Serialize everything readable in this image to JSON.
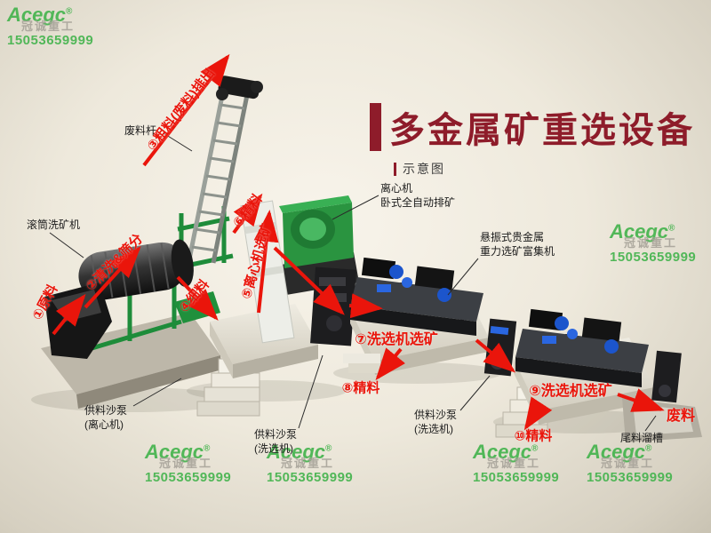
{
  "title": {
    "main": "多金属矿重选设备",
    "sub": "示意图"
  },
  "watermark": {
    "brand": "Acegc",
    "reg": "®",
    "company": "冠诚重工",
    "phone": "15053659999"
  },
  "flow": {
    "s1": "①原料",
    "s2": "②清洗&筛分",
    "s3": "③粗料(废料)排出",
    "s4": "④细料",
    "s5": "⑤离心机选矿",
    "s6": "⑥精料",
    "s7": "⑦洗选机选矿",
    "s8": "⑧精料",
    "s9": "⑨洗选机选矿",
    "s10": "⑩精料",
    "waste_out": "废料"
  },
  "equipment": {
    "waste_rod": "废料杆",
    "trommel": "滚筒洗矿机",
    "centrifuge_line1": "离心机",
    "centrifuge_line2": "卧式全自动排矿",
    "shaker_line1": "悬振式贵金属",
    "shaker_line2": "重力选矿富集机",
    "pump_centrifuge_line1": "供料沙泵",
    "pump_centrifuge_line2": "(离心机)",
    "pump_washer1_line1": "供料沙泵",
    "pump_washer1_line2": "(洗选机)",
    "pump_washer2_line1": "供料沙泵",
    "pump_washer2_line2": "(洗选机)",
    "tailings_chute": "尾料溜槽"
  },
  "colors": {
    "title_red": "#8e1c2a",
    "flow_label_red": "#ea150b",
    "machine_green": "#2a9440",
    "brand_green": "#45b44e",
    "company_gray": "#a8a49a",
    "background_beige": "#eee9dc"
  }
}
